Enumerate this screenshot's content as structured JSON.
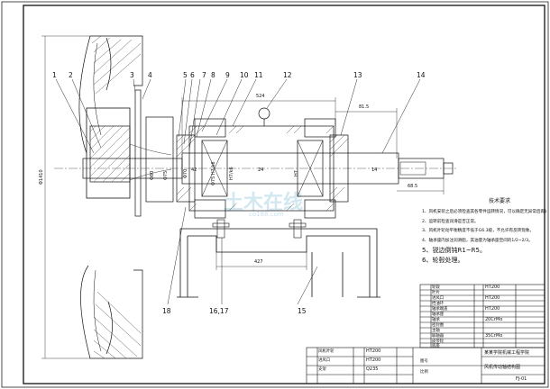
{
  "drawing": {
    "part_labels": [
      "1",
      "2",
      "3",
      "4",
      "5",
      "6",
      "7",
      "8",
      "9",
      "10",
      "11",
      "12",
      "13",
      "14",
      "15",
      "16,17",
      "18"
    ],
    "dimensions": {
      "top_span": "524",
      "right_upper": "81.5",
      "right_lower": "68.5",
      "bottom_span": "427",
      "left_outer_dia": "Φ1410",
      "shaft_dia_1": "Φ75",
      "shaft_dia_2": "Φ70",
      "shaft_dia_3": "Φ80",
      "seal_dia": "Φ75 H7/k6",
      "fit_1": "H7/k6",
      "fit_2": "H7",
      "center_a": "24",
      "center_b": "42",
      "center_c": "14"
    },
    "watermark": {
      "brand": "土木在线",
      "site": "co188.com"
    }
  },
  "tech_notes": {
    "title": "技术要求",
    "lines": [
      "1、风机安装之后必须检查其各零件运转情况，可以确定无异常后再进行试运转。",
      "2、运转前检查润滑是否正常。",
      "3、风机叶轮动平衡精度不低于G6.3级，不允许有反转现象。",
      "4、轴承座内加注润滑脂，其油量为轴承座空间的1/2~2/3。",
      "5、锐边倒钝R1~R5。",
      "6、轮毂处理。"
    ]
  },
  "materials_column": [
    "HT200",
    "HT200",
    "HT200",
    "20CrMo",
    "",
    "",
    "35CrMo"
  ],
  "parts_list_top": [
    "轮毂",
    "叶片",
    "进风口",
    "挡油环",
    "轴承端盖",
    "轴承座",
    "轴承",
    "密封圈",
    "主轴",
    "联轴器",
    "皮带轮",
    "底座"
  ],
  "parts_list_bottom": [
    "风机叶轮",
    "进风口",
    "支架"
  ],
  "bottom_materials": [
    "HT200",
    "HT200",
    "Q235"
  ],
  "title_block": {
    "company": "某某学院机械工程学院",
    "drawing_title": "风机传动轴结构图",
    "drawing_no": "图号",
    "scale": "比例",
    "code": "FJ-01"
  }
}
